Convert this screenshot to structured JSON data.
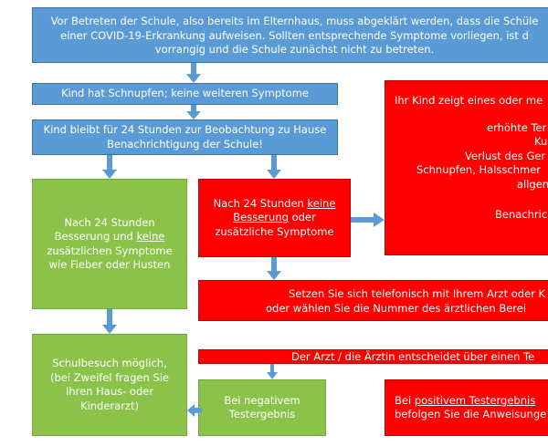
{
  "boxes": {
    "top": {
      "line1": "Vor Betreten der Schule, also bereits im Elternhaus, muss abgeklärt werden, dass die Schüle",
      "line2": "einer COVID-19-Erkrankung aufweisen. Sollten entsprechende Symptome vorliegen, ist d",
      "line3": "vorrangig und die Schule zunächst nicht zu betreten."
    },
    "schnupfen": {
      "line1": "Kind hat Schnupfen; keine weiteren Symptome"
    },
    "bleibt": {
      "line1": "Kind bleibt für 24 Stunden zur Beobachtung zu Hause",
      "line2": "Benachrichtigung der Schule!"
    },
    "green1": {
      "line1": "Nach 24 Stunden",
      "line2_pre": "Besserung und ",
      "line2_u": "keine",
      "line3": "zusätzlichen Symptome",
      "line4": "wie Fieber oder Husten"
    },
    "red24": {
      "line1_pre": "Nach 24 Stunden ",
      "line1_u": "keine",
      "line2_u": "Besserung",
      "line2_post": " oder",
      "line3": "zusätzliche Symptome"
    },
    "redsymptoms": {
      "line1": "Ihr Kind zeigt eines oder me",
      "line2": "erhöhte Ter",
      "line3": "Ku",
      "line4": "Verlust des Ger",
      "line5": "Schnupfen, Halsschmer",
      "line6": "allgen",
      "line7": "Benachric"
    },
    "setzen": {
      "line1": "Setzen Sie sich telefonisch mit Ihrem Arzt oder K",
      "line2": "oder wählen Sie die Nummer des ärztlichen Berei"
    },
    "green2": {
      "line1": "Schulbesuch möglich,",
      "line2": "(bei Zweifel fragen Sie",
      "line3": "Ihren Haus- oder",
      "line4": "Kinderarzt)"
    },
    "arzt": {
      "line1": "Der Arzt / die Ärztin entscheidet über einen Te"
    },
    "negativ": {
      "line1": "Bei negativem",
      "line2": "Testergebnis"
    },
    "positiv": {
      "line1_pre": "Bei ",
      "line1_u": "positivem Testergebnis",
      "line2": "befolgen Sie die Anweisunge"
    }
  },
  "colors": {
    "blue": "#5b9bd5",
    "green": "#8bc34a",
    "red": "#ff0000",
    "arrow": "#5b9bd5"
  }
}
